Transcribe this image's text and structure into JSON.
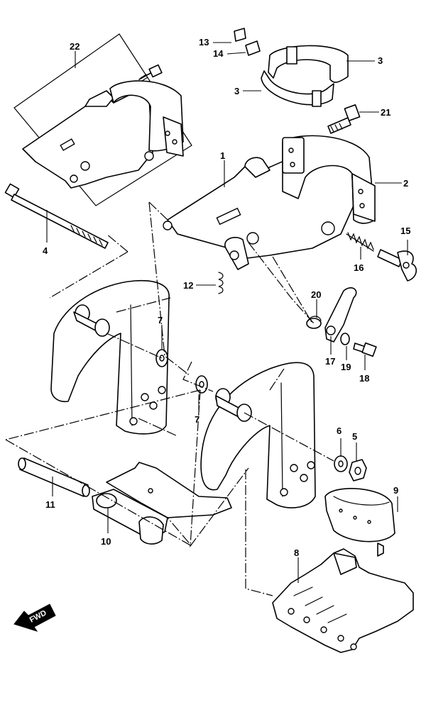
{
  "callouts": [
    {
      "id": "c1",
      "text": "1"
    },
    {
      "id": "c2",
      "text": "2"
    },
    {
      "id": "c3a",
      "text": "3"
    },
    {
      "id": "c3b",
      "text": "3"
    },
    {
      "id": "c4",
      "text": "4"
    },
    {
      "id": "c5",
      "text": "5"
    },
    {
      "id": "c6",
      "text": "6"
    },
    {
      "id": "c7a",
      "text": "7"
    },
    {
      "id": "c7b",
      "text": "7"
    },
    {
      "id": "c8",
      "text": "8"
    },
    {
      "id": "c9",
      "text": "9"
    },
    {
      "id": "c10",
      "text": "10"
    },
    {
      "id": "c11",
      "text": "11"
    },
    {
      "id": "c12",
      "text": "12"
    },
    {
      "id": "c13",
      "text": "13"
    },
    {
      "id": "c14",
      "text": "14"
    },
    {
      "id": "c15",
      "text": "15"
    },
    {
      "id": "c16",
      "text": "16"
    },
    {
      "id": "c17",
      "text": "17"
    },
    {
      "id": "c18",
      "text": "18"
    },
    {
      "id": "c19",
      "text": "19"
    },
    {
      "id": "c20",
      "text": "20"
    },
    {
      "id": "c21",
      "text": "21"
    },
    {
      "id": "c22",
      "text": "22"
    }
  ],
  "fwd_arrow": {
    "label": "FWD"
  }
}
